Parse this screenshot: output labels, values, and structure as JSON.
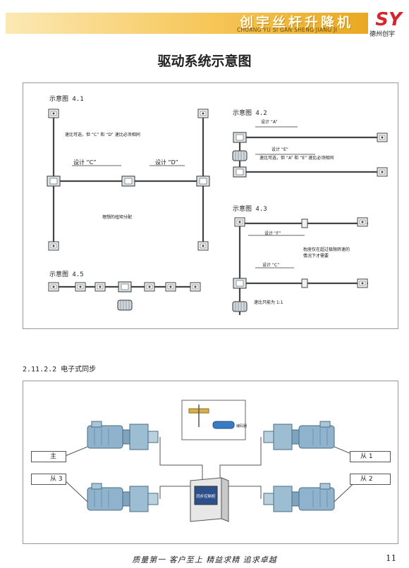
{
  "header": {
    "brand_cn": "创宇丝杆升降机",
    "brand_en": "CHUANG YU SI GAN SHENG JIANG JI",
    "logo_letters": "SY",
    "logo_text": "德州创宇"
  },
  "page_title": "驱动系统示意图",
  "diagram1": {
    "fig_4_1": "示意图 4.1",
    "fig_4_1_note": "速比可选，但 “C” 和 “D” 速比必须相同",
    "design_c": "设计 “C”",
    "design_d": "设计 “D”",
    "torque_note": "理想的扭矩分配",
    "fig_4_2": "示意图 4.2",
    "design_a": "设计 “A”",
    "design_e": "设计 “E”",
    "fig_4_2_note": "速比可选，但 “A” 和 “E” 速比必须相同",
    "fig_4_3": "示意图 4.3",
    "design_f": "设计 “F”",
    "design_c2": "设计 “C”",
    "limit_note_1": "枕座仅在超过极限转速的",
    "limit_note_2": "情况下才需要",
    "ratio_note": "速比只能为 1:1",
    "fig_4_5": "示意图 4.5"
  },
  "section_heading": "2.11.2.2 电子式同步",
  "diagram2": {
    "master": "主",
    "slave1": "从 1",
    "slave2": "从 2",
    "slave3": "从 3",
    "controller": "同步控制柜",
    "encoder_label": "编码器"
  },
  "footer": {
    "motto": "质量第一  客户至上  精益求精  追求卓越",
    "page_number": "11"
  },
  "colors": {
    "header_gold": "#f6c75a",
    "logo_red": "#d4262b",
    "machine_blue": "#8fb3cc",
    "line_dark": "#555555"
  }
}
